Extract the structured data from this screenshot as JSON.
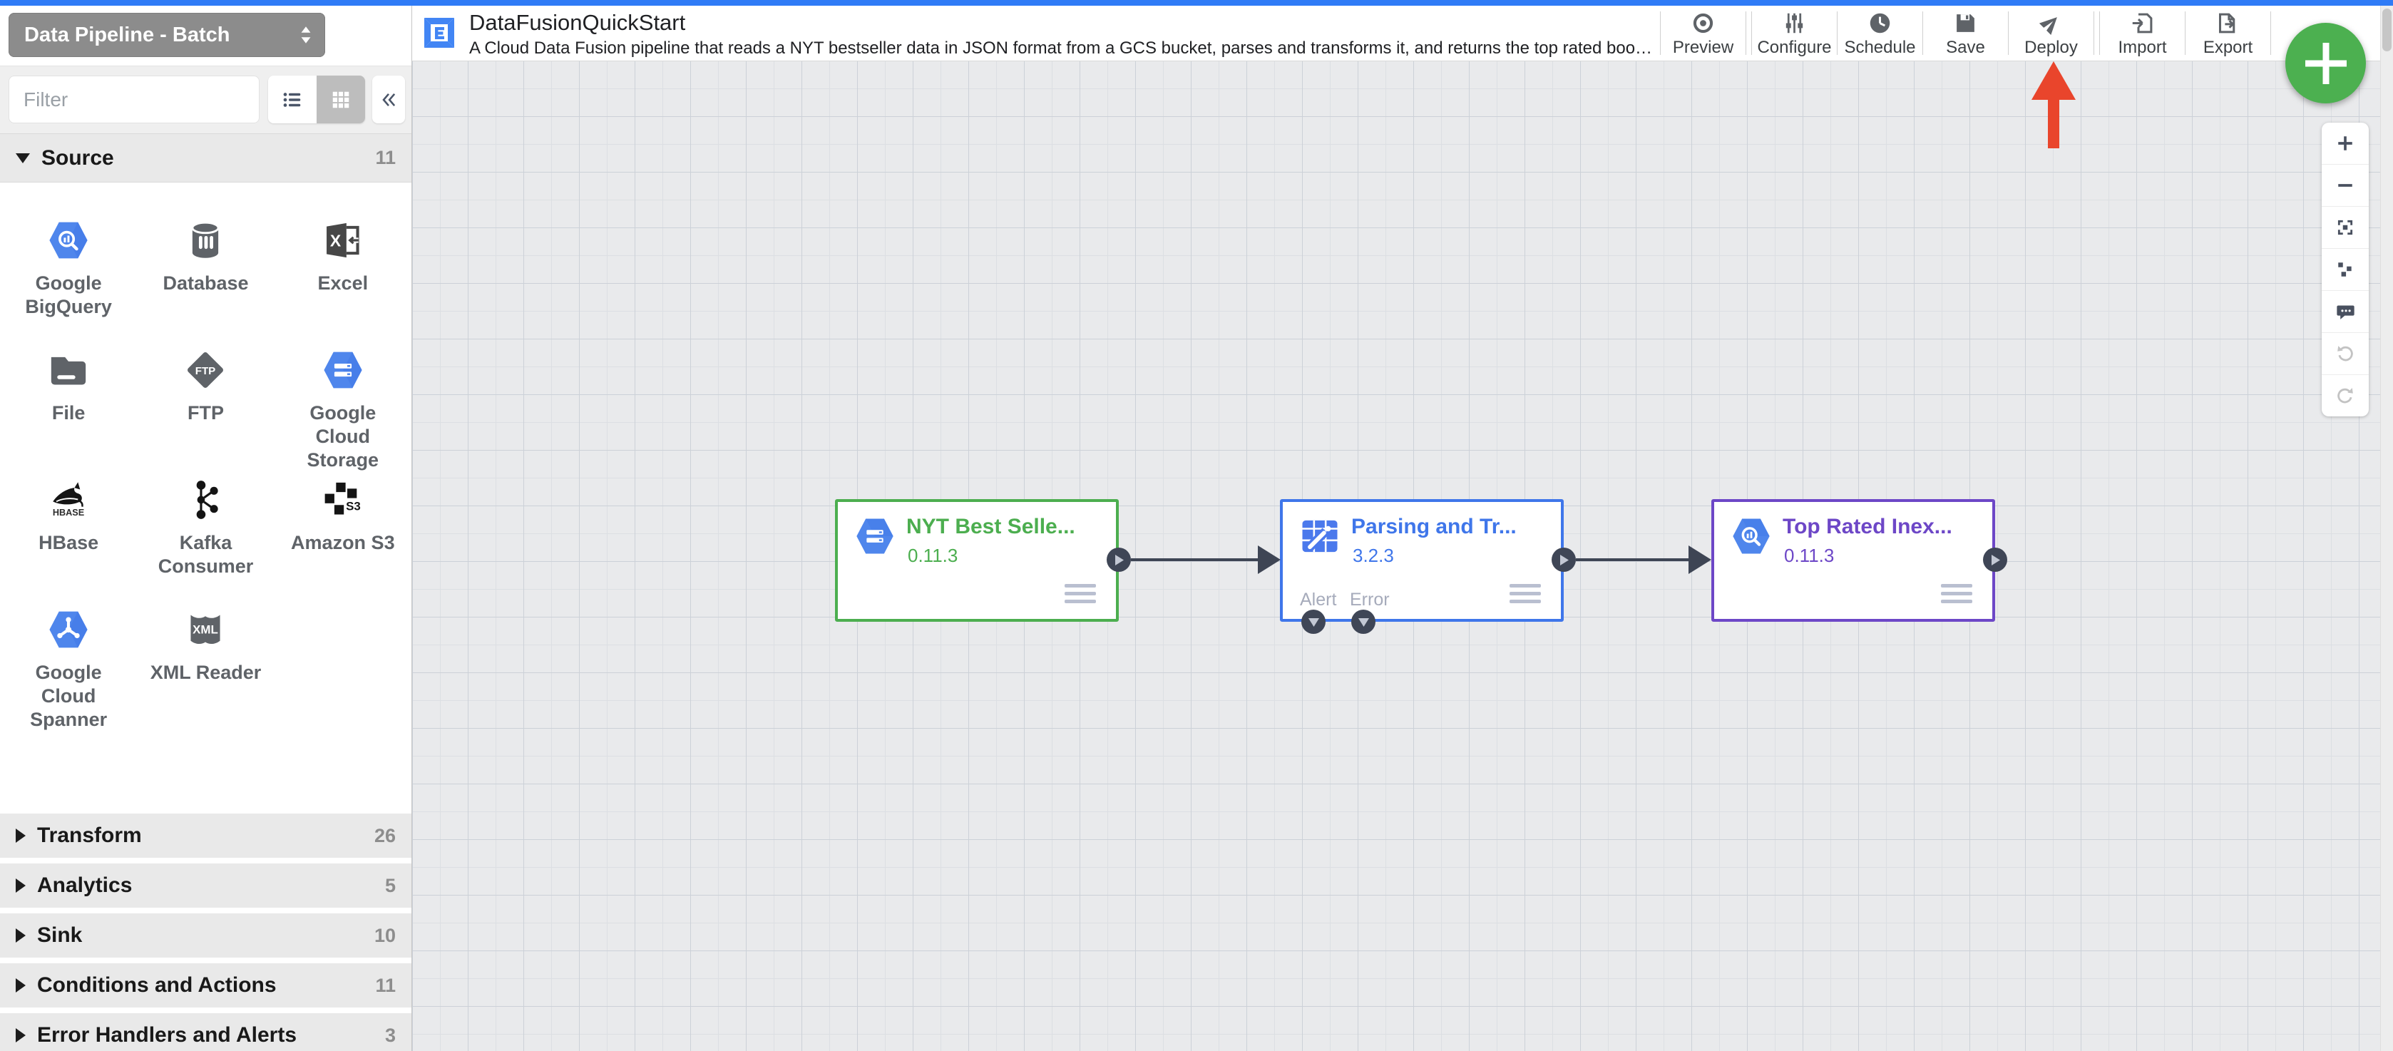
{
  "app": {
    "pipeline_type_selector": "Data Pipeline - Batch",
    "topbar_color": "#2f7bf6"
  },
  "header": {
    "logo_icon": "cdap-logo",
    "title": "DataFusionQuickStart",
    "description": "A Cloud Data Fusion pipeline that reads a NYT bestseller data in JSON format from a GCS bucket, parses and transforms it, and returns the top rated book...",
    "actions": [
      {
        "label": "Preview",
        "icon": "eye-icon"
      },
      {
        "label": "Configure",
        "icon": "sliders-icon"
      },
      {
        "label": "Schedule",
        "icon": "clock-icon"
      },
      {
        "label": "Save",
        "icon": "floppy-icon"
      },
      {
        "label": "Deploy",
        "icon": "paper-plane-icon"
      },
      {
        "label": "Import",
        "icon": "import-icon"
      },
      {
        "label": "Export",
        "icon": "export-icon"
      }
    ],
    "add_button_icon": "plus-icon",
    "add_button_color": "#4cb050"
  },
  "annotation": {
    "deploy_arrow": {
      "icon": "red-arrow-up",
      "color": "#e9452c",
      "points_to": "Deploy"
    }
  },
  "sidebar": {
    "filter_placeholder": "Filter",
    "view_toggle": {
      "list_icon": "list-view-icon",
      "grid_icon": "grid-view-icon",
      "active": "grid"
    },
    "collapse_icon": "double-chevron-left-icon",
    "sections": [
      {
        "label": "Source",
        "count": "11",
        "expanded": true
      },
      {
        "label": "Transform",
        "count": "26",
        "expanded": false
      },
      {
        "label": "Analytics",
        "count": "5",
        "expanded": false
      },
      {
        "label": "Sink",
        "count": "10",
        "expanded": false
      },
      {
        "label": "Conditions and Actions",
        "count": "11",
        "expanded": false
      },
      {
        "label": "Error Handlers and Alerts",
        "count": "3",
        "expanded": false
      }
    ],
    "source_items": [
      {
        "label": "Google BigQuery",
        "icon": "bigquery-hexagon-icon"
      },
      {
        "label": "Database",
        "icon": "database-cylinder-icon"
      },
      {
        "label": "Excel",
        "icon": "excel-icon"
      },
      {
        "label": "File",
        "icon": "folder-icon"
      },
      {
        "label": "FTP",
        "icon": "ftp-diamond-icon"
      },
      {
        "label": "Google Cloud Storage",
        "icon": "gcs-hexagon-icon"
      },
      {
        "label": "HBase",
        "icon": "hbase-orca-icon"
      },
      {
        "label": "Kafka Consumer",
        "icon": "kafka-icon"
      },
      {
        "label": "Amazon S3",
        "icon": "s3-cubes-icon"
      },
      {
        "label": "Google Cloud Spanner",
        "icon": "spanner-hexagon-icon"
      },
      {
        "label": "XML Reader",
        "icon": "xml-book-icon"
      }
    ]
  },
  "canvas": {
    "nodes": [
      {
        "title": "NYT Best Selle...",
        "version": "0.11.3",
        "accent_color": "#4cae4f",
        "icon": "gcs-hexagon-icon"
      },
      {
        "title": "Parsing and Tr...",
        "version": "3.2.3",
        "accent_color": "#3f76ea",
        "icon": "wrangler-icon",
        "alert_label": "Alert",
        "error_label": "Error"
      },
      {
        "title": "Top Rated Inex...",
        "version": "0.11.3",
        "accent_color": "#6d47c7",
        "icon": "bigquery-hexagon-icon"
      }
    ],
    "connections": [
      {
        "from": 0,
        "to": 1
      },
      {
        "from": 1,
        "to": 2
      }
    ],
    "zoom_panel": [
      "zoom-in-icon",
      "zoom-out-icon",
      "fit-to-screen-icon",
      "auto-align-icon",
      "comment-icon",
      "undo-icon",
      "redo-icon"
    ]
  },
  "icon_glyphs": {
    "excel": "X",
    "ftp": "FTP",
    "hbase": "HBASE",
    "s3": "S3",
    "xml": "XML"
  }
}
